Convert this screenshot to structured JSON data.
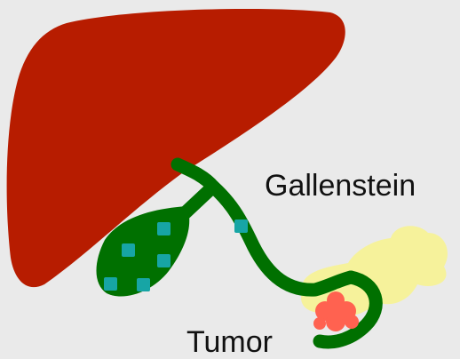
{
  "labels": {
    "gallstone": "Gallenstein",
    "tumor": "Tumor"
  },
  "colors": {
    "background": "#eaeaea",
    "liver": "#b71c00",
    "gallbladder_and_ducts": "#007000",
    "gallstones": "#17a5a5",
    "tumor": "#ff6250",
    "pancreas": "#f6f29b",
    "text": "#111111"
  },
  "icons": {
    "liver": "liver-shape",
    "gallbladder": "gallbladder-shape",
    "bile_duct": "bile-duct-path",
    "gallstone": "square-stone",
    "tumor": "blob-tumor",
    "pancreas": "pancreas-blob"
  }
}
